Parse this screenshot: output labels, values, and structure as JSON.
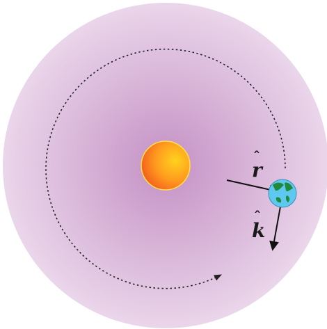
{
  "labels": {
    "r_vector": "r",
    "r_hat": "ˆ",
    "k_vector": "k",
    "k_hat": "ˆ"
  },
  "colors": {
    "halo_center": "#c490c4",
    "halo_edge": "#ead6ea",
    "sun_core": "#ffd21e",
    "sun_edge": "#f25a1e",
    "earth_ocean": "#5ec8f0",
    "earth_land": "#1f8a3a",
    "orbit": "#222222",
    "arrow": "#111111"
  },
  "icons": {
    "sun": "sun-icon",
    "earth": "earth-icon"
  }
}
